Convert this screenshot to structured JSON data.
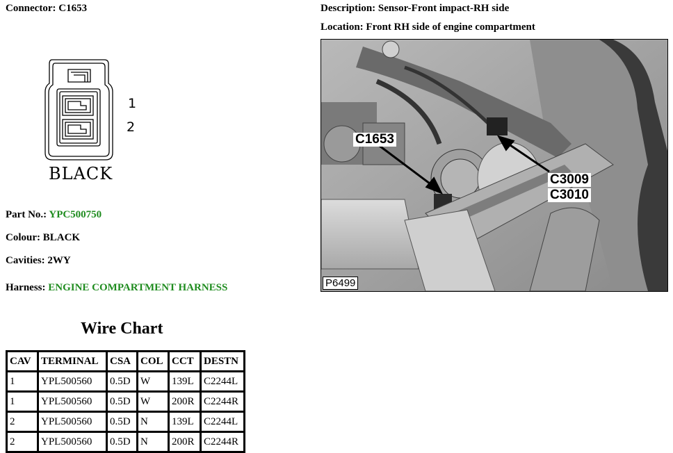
{
  "connector": {
    "label": "Connector:",
    "id": "C1653"
  },
  "description": {
    "label": "Description:",
    "value": "Sensor-Front impact-RH side"
  },
  "location": {
    "label": "Location:",
    "value": "Front RH side of engine compartment"
  },
  "diagram": {
    "pin_1": "1",
    "pin_2": "2",
    "colour_label": "BLACK"
  },
  "part_no": {
    "label": "Part No.:",
    "value": "YPC500750",
    "link_color": "#1f8c1f"
  },
  "colour": {
    "label": "Colour:",
    "value": "BLACK"
  },
  "cavities": {
    "label": "Cavities:",
    "value": "2WY"
  },
  "harness": {
    "label": "Harness:",
    "value": "ENGINE COMPARTMENT HARNESS",
    "link_color": "#1f8c1f"
  },
  "photo": {
    "callout_1": "C1653",
    "callout_2": "C3009",
    "callout_3": "C3010",
    "ref": "P6499"
  },
  "wire_chart": {
    "title": "Wire Chart",
    "headers": [
      "CAV",
      "TERMINAL",
      "CSA",
      "COL",
      "CCT",
      "DESTN"
    ],
    "rows": [
      [
        "1",
        "YPL500560",
        "0.5D",
        "W",
        "139L",
        "C2244L"
      ],
      [
        "1",
        "YPL500560",
        "0.5D",
        "W",
        "200R",
        "C2244R"
      ],
      [
        "2",
        "YPL500560",
        "0.5D",
        "N",
        "139L",
        "C2244L"
      ],
      [
        "2",
        "YPL500560",
        "0.5D",
        "N",
        "200R",
        "C2244R"
      ]
    ]
  }
}
